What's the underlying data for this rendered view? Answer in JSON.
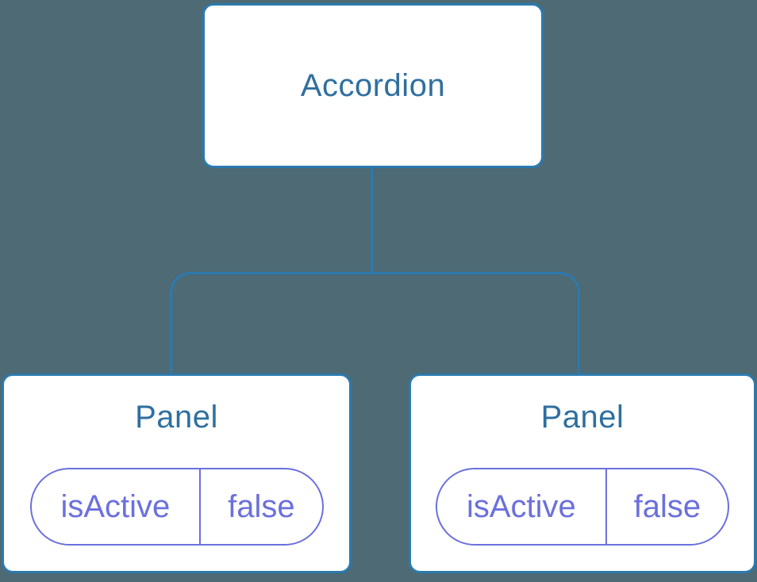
{
  "colors": {
    "background": "#4d6a75",
    "node_fill": "#ffffff",
    "node_border": "#2b7aaf",
    "connector": "#2b7aaf",
    "node_title": "#2f6f9f",
    "prop_accent": "#6b70dd"
  },
  "tree": {
    "root": {
      "title": "Accordion"
    },
    "panels": [
      {
        "title": "Panel",
        "prop": {
          "name": "isActive",
          "value": "false"
        }
      },
      {
        "title": "Panel",
        "prop": {
          "name": "isActive",
          "value": "false"
        }
      }
    ]
  }
}
